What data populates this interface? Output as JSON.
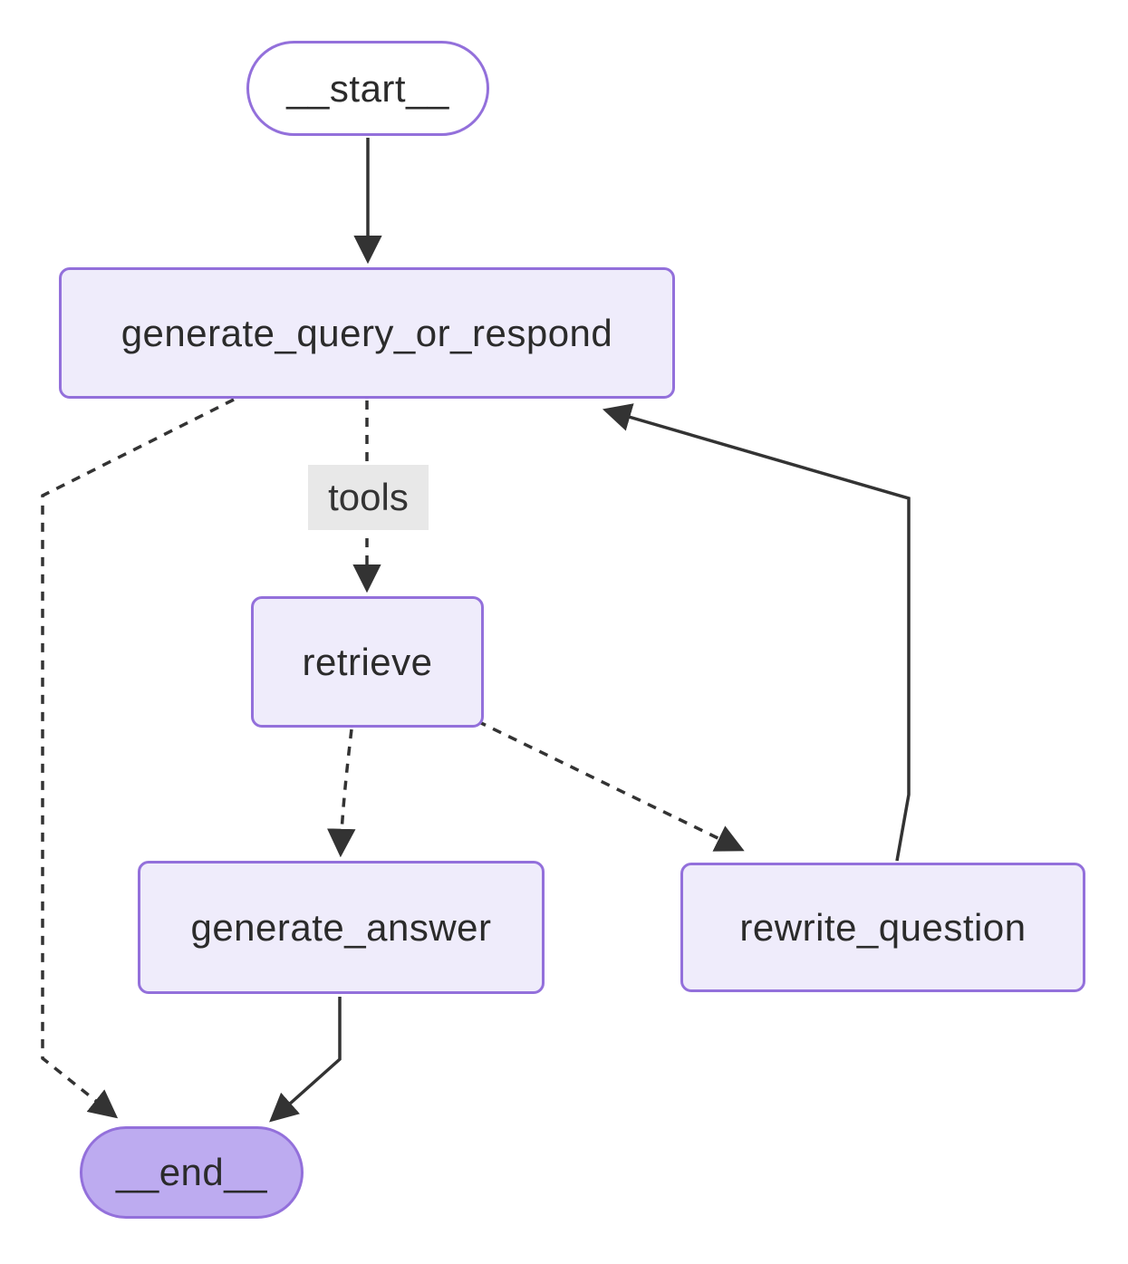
{
  "diagram": {
    "kind": "state-graph",
    "nodes": {
      "start": {
        "label": "__start__"
      },
      "gqor": {
        "label": "generate_query_or_respond"
      },
      "retrieve": {
        "label": "retrieve"
      },
      "genans": {
        "label": "generate_answer"
      },
      "rewrite": {
        "label": "rewrite_question"
      },
      "end": {
        "label": "__end__"
      }
    },
    "edge_label_tools": "tools",
    "edges": [
      {
        "from": "__start__",
        "to": "generate_query_or_respond",
        "style": "solid"
      },
      {
        "from": "generate_query_or_respond",
        "to": "retrieve",
        "style": "dotted",
        "label": "tools"
      },
      {
        "from": "generate_query_or_respond",
        "to": "__end__",
        "style": "dotted"
      },
      {
        "from": "retrieve",
        "to": "generate_answer",
        "style": "dotted"
      },
      {
        "from": "retrieve",
        "to": "rewrite_question",
        "style": "dotted"
      },
      {
        "from": "generate_answer",
        "to": "__end__",
        "style": "solid"
      },
      {
        "from": "rewrite_question",
        "to": "generate_query_or_respond",
        "style": "solid"
      }
    ],
    "colors": {
      "node_fill": "#EFECFB",
      "node_border": "#9370DB",
      "start_fill": "#FFFFFF",
      "end_fill": "#BDABF0",
      "edge_stroke": "#333333",
      "edge_label_bg": "#E8E8E8",
      "text": "#2B2B2B"
    }
  }
}
